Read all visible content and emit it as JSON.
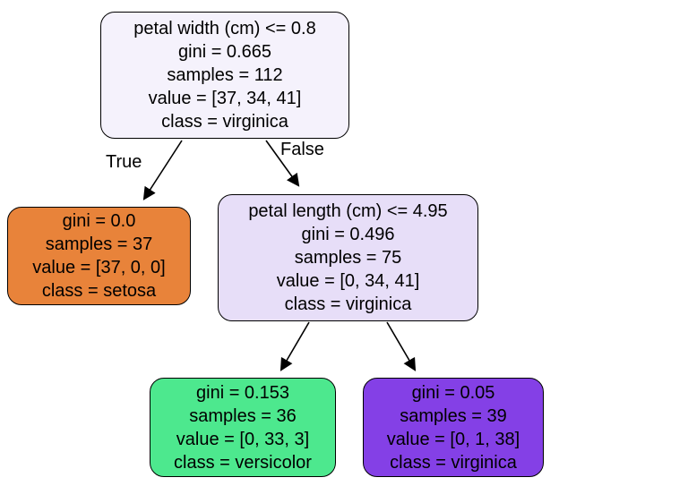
{
  "figure": {
    "type": "decision-tree",
    "background_color": "#ffffff",
    "text_color": "#000000",
    "border_color": "#000000"
  },
  "edge_labels": {
    "true": "True",
    "false": "False"
  },
  "nodes": {
    "root": {
      "fill": "#f5f2fc",
      "lines": {
        "condition": "petal width (cm) <= 0.8",
        "gini": "gini = 0.665",
        "samples": "samples = 112",
        "value": "value = [37, 34, 41]",
        "class": "class = virginica"
      }
    },
    "setosa": {
      "fill": "#e8833a",
      "lines": {
        "gini": "gini = 0.0",
        "samples": "samples = 37",
        "value": "value = [37, 0, 0]",
        "class": "class = setosa"
      }
    },
    "split2": {
      "fill": "#e7def8",
      "lines": {
        "condition": "petal length (cm) <= 4.95",
        "gini": "gini = 0.496",
        "samples": "samples = 75",
        "value": "value = [0, 34, 41]",
        "class": "class = virginica"
      }
    },
    "versicolor": {
      "fill": "#4de88e",
      "lines": {
        "gini": "gini = 0.153",
        "samples": "samples = 36",
        "value": "value = [0, 33, 3]",
        "class": "class = versicolor"
      }
    },
    "virginica": {
      "fill": "#8440e6",
      "lines": {
        "gini": "gini = 0.05",
        "samples": "samples = 39",
        "value": "value = [0, 1, 38]",
        "class": "class = virginica"
      }
    }
  },
  "edges": [
    {
      "from": "root",
      "to": "setosa",
      "label": "True"
    },
    {
      "from": "root",
      "to": "split2",
      "label": "False"
    },
    {
      "from": "split2",
      "to": "versicolor",
      "label": ""
    },
    {
      "from": "split2",
      "to": "virginica",
      "label": ""
    }
  ]
}
